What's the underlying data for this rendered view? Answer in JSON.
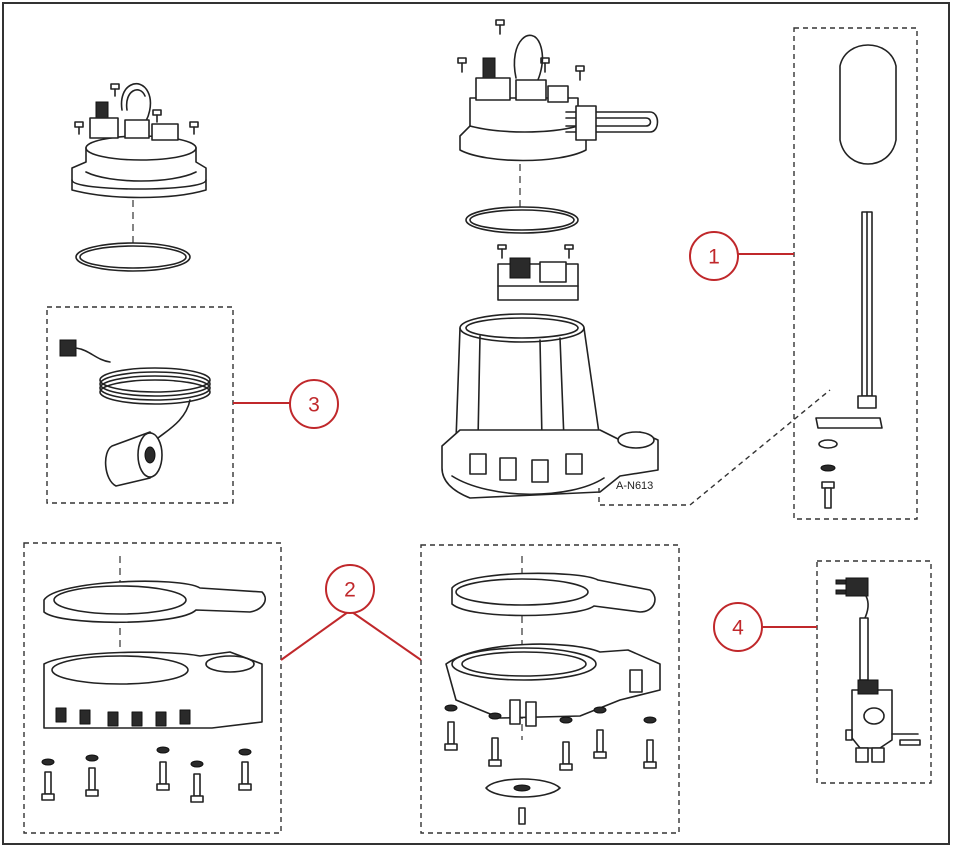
{
  "callouts": [
    {
      "id": "1",
      "label": "1"
    },
    {
      "id": "2",
      "label": "2"
    },
    {
      "id": "3",
      "label": "3"
    },
    {
      "id": "4",
      "label": "4"
    }
  ],
  "model_tag": "A-N613",
  "colors": {
    "callout": "#c0282b",
    "line": "#222222",
    "background": "#ffffff"
  },
  "icons": [
    "screw-icon",
    "o-ring-icon",
    "float-icon",
    "power-cord-icon",
    "switch-icon"
  ]
}
